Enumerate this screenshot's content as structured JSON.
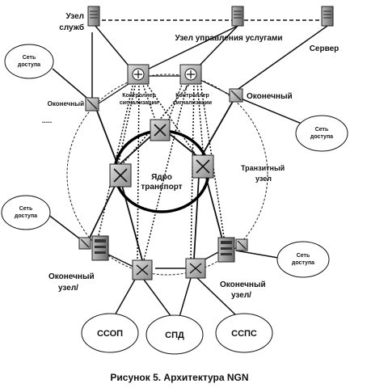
{
  "labels": {
    "service_node": [
      "Узел",
      "служб"
    ],
    "service_control_node": "Узел управления услугами",
    "server": "Сервер",
    "terminal_left_top": "Оконечный",
    "terminal_right_top": "Оконечный",
    "controller_left": [
      "Контроллер",
      "сигнализации"
    ],
    "controller_right": [
      "Контроллер",
      "сигнализации"
    ],
    "core": [
      "Ядро",
      "транспорт"
    ],
    "transit": [
      "Транзитный",
      "узел"
    ],
    "terminal_left_bottom": [
      "Оконечный",
      "узел/"
    ],
    "terminal_right_bottom": [
      "Оконечный",
      "узел/"
    ],
    "access_net": [
      "Сеть",
      "доступа"
    ],
    "ellipsis": "....."
  },
  "bubbles": {
    "ssop": "ССОП",
    "spd": "СПД",
    "ssps": "ССПС"
  },
  "caption": "Рисунок 5. Архитектура NGN"
}
